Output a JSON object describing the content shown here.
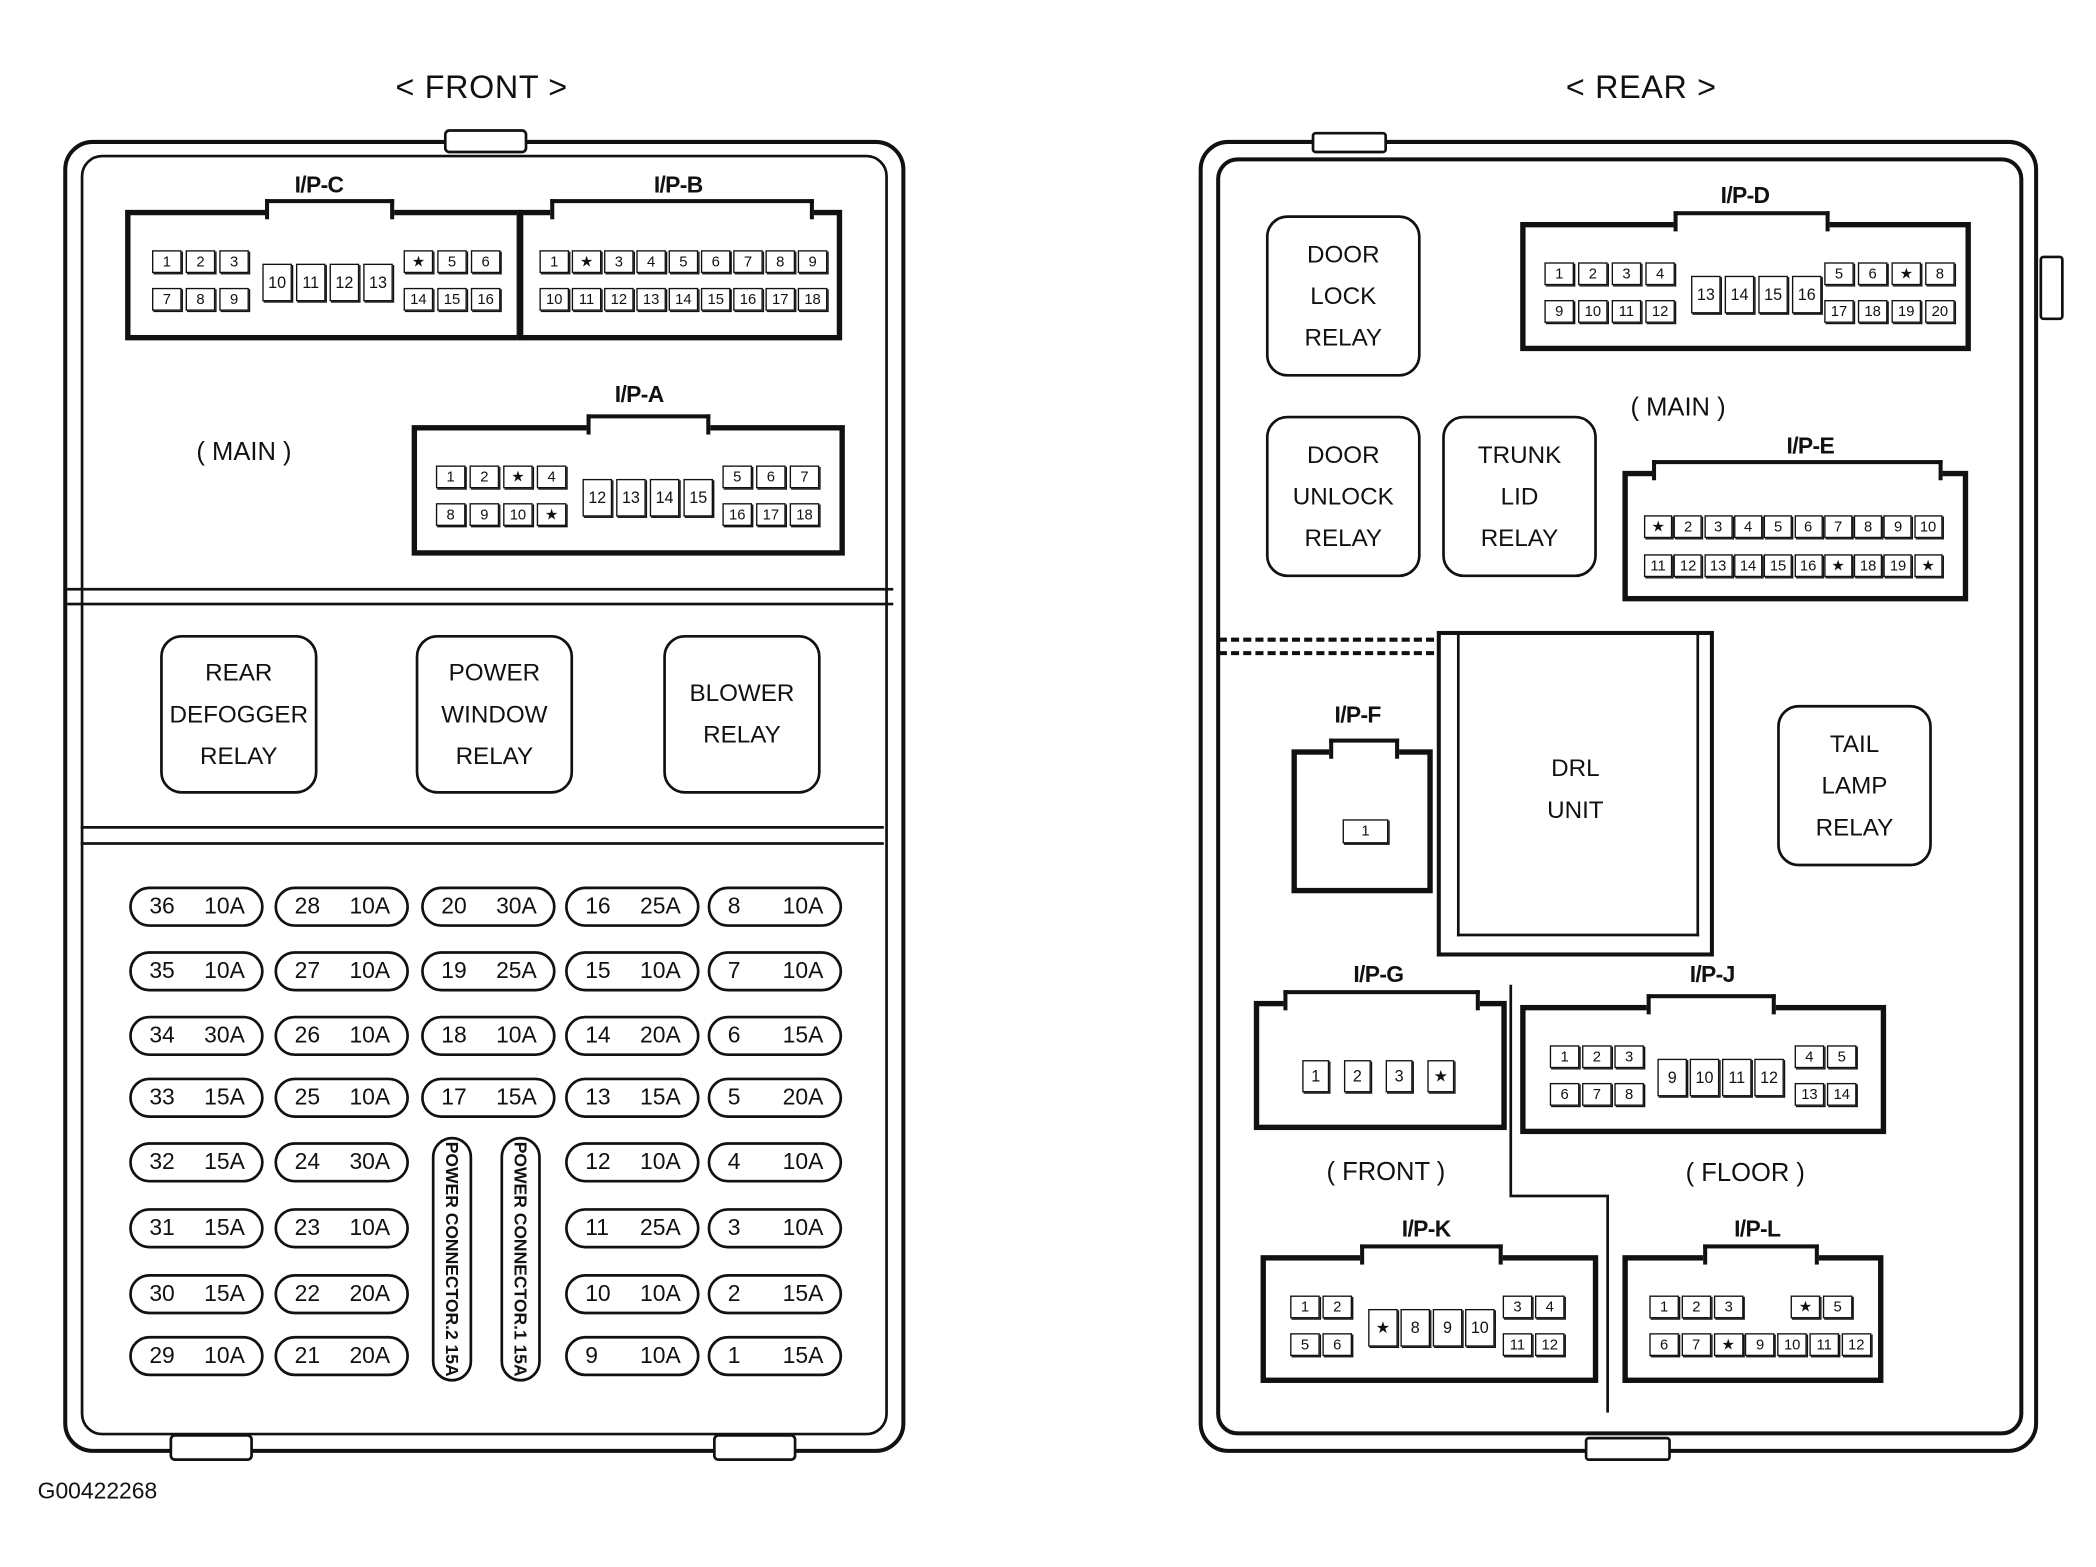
{
  "front": {
    "title": "< FRONT >",
    "main_label": "( MAIN )",
    "connectors": {
      "ipc": {
        "label": "I/P-C",
        "row1a": [
          "1",
          "2",
          "3"
        ],
        "row2a": [
          "7",
          "8",
          "9"
        ],
        "mid": [
          "10",
          "11",
          "12",
          "13"
        ],
        "row1b": [
          "★",
          "5",
          "6"
        ],
        "row2b": [
          "14",
          "15",
          "16"
        ]
      },
      "ipb": {
        "label": "I/P-B",
        "row1": [
          "1",
          "★",
          "3",
          "4",
          "5",
          "6",
          "7",
          "8",
          "9"
        ],
        "row2": [
          "10",
          "11",
          "12",
          "13",
          "14",
          "15",
          "16",
          "17",
          "18"
        ]
      },
      "ipa": {
        "label": "I/P-A",
        "row1a": [
          "1",
          "2",
          "★",
          "4"
        ],
        "row2a": [
          "8",
          "9",
          "10",
          "★"
        ],
        "mid": [
          "12",
          "13",
          "14",
          "15"
        ],
        "row1b": [
          "5",
          "6",
          "7"
        ],
        "row2b": [
          "16",
          "17",
          "18"
        ]
      }
    },
    "relays": [
      {
        "lines": [
          "REAR",
          "DEFOGGER",
          "RELAY"
        ]
      },
      {
        "lines": [
          "POWER",
          "WINDOW",
          "RELAY"
        ]
      },
      {
        "lines": [
          "BLOWER",
          "RELAY"
        ]
      }
    ],
    "fuses": [
      [
        {
          "n": "36",
          "a": "10A"
        },
        {
          "n": "28",
          "a": "10A"
        },
        {
          "n": "20",
          "a": "30A"
        },
        {
          "n": "16",
          "a": "25A"
        },
        {
          "n": "8",
          "a": "10A"
        }
      ],
      [
        {
          "n": "35",
          "a": "10A"
        },
        {
          "n": "27",
          "a": "10A"
        },
        {
          "n": "19",
          "a": "25A"
        },
        {
          "n": "15",
          "a": "10A"
        },
        {
          "n": "7",
          "a": "10A"
        }
      ],
      [
        {
          "n": "34",
          "a": "30A"
        },
        {
          "n": "26",
          "a": "10A"
        },
        {
          "n": "18",
          "a": "10A"
        },
        {
          "n": "14",
          "a": "20A"
        },
        {
          "n": "6",
          "a": "15A"
        }
      ],
      [
        {
          "n": "33",
          "a": "15A"
        },
        {
          "n": "25",
          "a": "10A"
        },
        {
          "n": "17",
          "a": "15A"
        },
        {
          "n": "13",
          "a": "15A"
        },
        {
          "n": "5",
          "a": "20A"
        }
      ],
      [
        {
          "n": "32",
          "a": "15A"
        },
        {
          "n": "24",
          "a": "30A"
        },
        null,
        {
          "n": "12",
          "a": "10A"
        },
        {
          "n": "4",
          "a": "10A"
        }
      ],
      [
        {
          "n": "31",
          "a": "15A"
        },
        {
          "n": "23",
          "a": "10A"
        },
        null,
        {
          "n": "11",
          "a": "25A"
        },
        {
          "n": "3",
          "a": "10A"
        }
      ],
      [
        {
          "n": "30",
          "a": "15A"
        },
        {
          "n": "22",
          "a": "20A"
        },
        null,
        {
          "n": "10",
          "a": "10A"
        },
        {
          "n": "2",
          "a": "15A"
        }
      ],
      [
        {
          "n": "29",
          "a": "10A"
        },
        {
          "n": "21",
          "a": "20A"
        },
        null,
        {
          "n": "9",
          "a": "10A"
        },
        {
          "n": "1",
          "a": "15A"
        }
      ]
    ],
    "power_connectors": [
      "POWER CONNECTOR.2 15A",
      "POWER CONNECTOR.1 15A"
    ]
  },
  "rear": {
    "title": "< REAR >",
    "main_label": "( MAIN )",
    "front_label": "( FRONT )",
    "floor_label": "( FLOOR )",
    "relays": {
      "door_lock": [
        "DOOR",
        "LOCK",
        "RELAY"
      ],
      "door_unlock": [
        "DOOR",
        "UNLOCK",
        "RELAY"
      ],
      "trunk_lid": [
        "TRUNK",
        "LID",
        "RELAY"
      ],
      "tail_lamp": [
        "TAIL",
        "LAMP",
        "RELAY"
      ]
    },
    "drl": [
      "DRL",
      "UNIT"
    ],
    "connectors": {
      "ipd": {
        "label": "I/P-D",
        "row1a": [
          "1",
          "2",
          "3",
          "4"
        ],
        "row2a": [
          "9",
          "10",
          "11",
          "12"
        ],
        "mid": [
          "13",
          "14",
          "15",
          "16"
        ],
        "row1b": [
          "5",
          "6",
          "★",
          "8"
        ],
        "row2b": [
          "17",
          "18",
          "19",
          "20"
        ]
      },
      "ipe": {
        "label": "I/P-E",
        "row1": [
          "★",
          "2",
          "3",
          "4",
          "5",
          "6",
          "7",
          "8",
          "9",
          "10"
        ],
        "row2": [
          "11",
          "12",
          "13",
          "14",
          "15",
          "16",
          "★",
          "18",
          "19",
          "★"
        ]
      },
      "ipf": {
        "label": "I/P-F",
        "pins": [
          "1"
        ]
      },
      "ipg": {
        "label": "I/P-G",
        "pins": [
          "1",
          "2",
          "3",
          "★"
        ]
      },
      "ipj": {
        "label": "I/P-J",
        "row1a": [
          "1",
          "2",
          "3"
        ],
        "row2a": [
          "6",
          "7",
          "8"
        ],
        "mid": [
          "9",
          "10",
          "11",
          "12"
        ],
        "row1b": [
          "4",
          "5"
        ],
        "row2b": [
          "13",
          "14"
        ]
      },
      "ipk": {
        "label": "I/P-K",
        "row1a": [
          "1",
          "2"
        ],
        "row2a": [
          "5",
          "6"
        ],
        "mid": [
          "★",
          "8",
          "9",
          "10"
        ],
        "row1b": [
          "3",
          "4"
        ],
        "row2b": [
          "11",
          "12"
        ]
      },
      "ipl": {
        "label": "I/P-L",
        "row1a": [
          "1",
          "2",
          "3"
        ],
        "row1b": [
          "★",
          "5"
        ],
        "row2": [
          "6",
          "7",
          "★",
          "9",
          "10",
          "11",
          "12"
        ]
      }
    }
  },
  "figure_id": "G00422268"
}
